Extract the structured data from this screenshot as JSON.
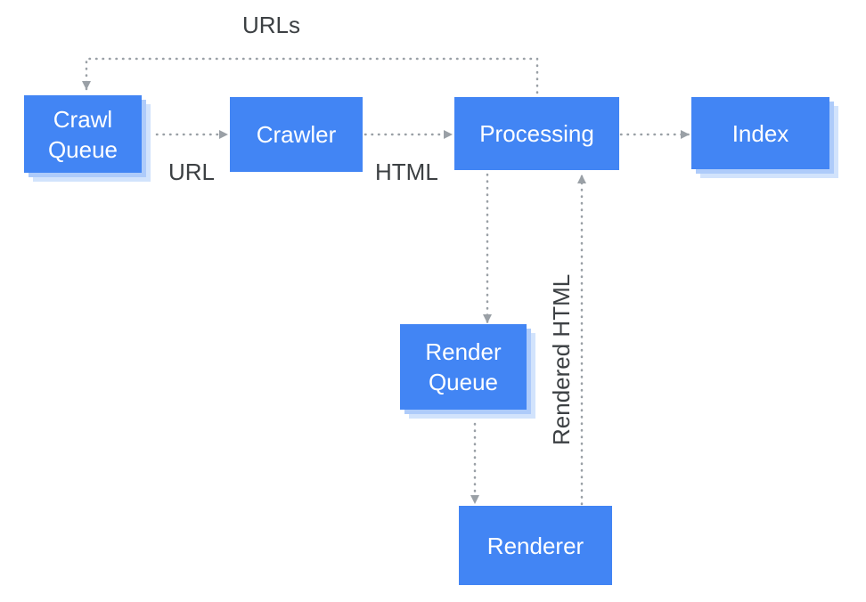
{
  "colors": {
    "node": "#4285f4",
    "stack1": "#aecbfa",
    "stack2": "#d2e3fc",
    "edge": "#9aa0a6",
    "label": "#3c4043"
  },
  "nodes": {
    "crawl_queue": {
      "line1": "Crawl",
      "line2": "Queue"
    },
    "crawler": {
      "label": "Crawler"
    },
    "processing": {
      "label": "Processing"
    },
    "index": {
      "label": "Index"
    },
    "render_queue": {
      "line1": "Render",
      "line2": "Queue"
    },
    "renderer": {
      "label": "Renderer"
    }
  },
  "edge_labels": {
    "urls": "URLs",
    "url": "URL",
    "html": "HTML",
    "rendered_html": "Rendered HTML"
  }
}
